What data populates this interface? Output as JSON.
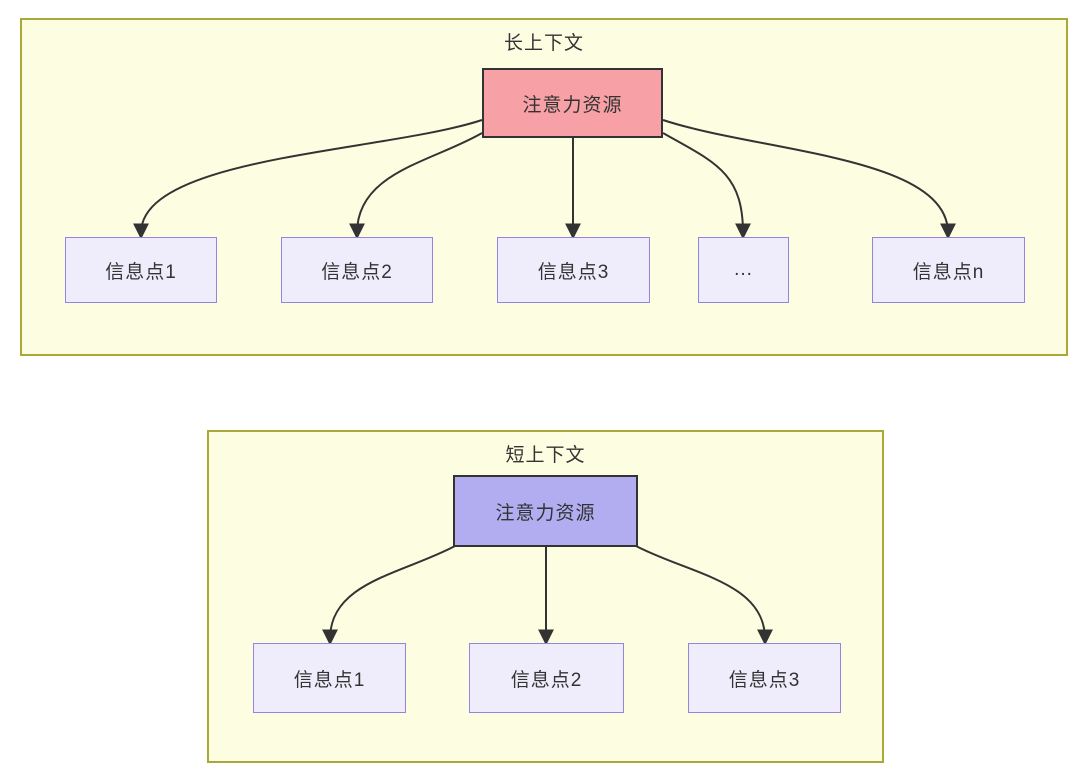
{
  "long_context": {
    "title": "长上下文",
    "attention": {
      "label": "注意力资源",
      "fill": "#F7A1A6"
    },
    "info_points": [
      "信息点1",
      "信息点2",
      "信息点3",
      "...",
      "信息点n"
    ]
  },
  "short_context": {
    "title": "短上下文",
    "attention": {
      "label": "注意力资源",
      "fill": "#B2ADF1"
    },
    "info_points": [
      "信息点1",
      "信息点2",
      "信息点3"
    ]
  },
  "colors": {
    "container_background": "#FDFEE1",
    "container_border": "#A8A938",
    "attention_long_fill": "#F7A1A6",
    "attention_short_fill": "#B2ADF1",
    "attention_border": "#333333",
    "info_fill": "#EFEDFC",
    "info_border": "#9384DE",
    "arrow": "#333333",
    "text": "#333333",
    "page_background": "#FFFFFF"
  }
}
